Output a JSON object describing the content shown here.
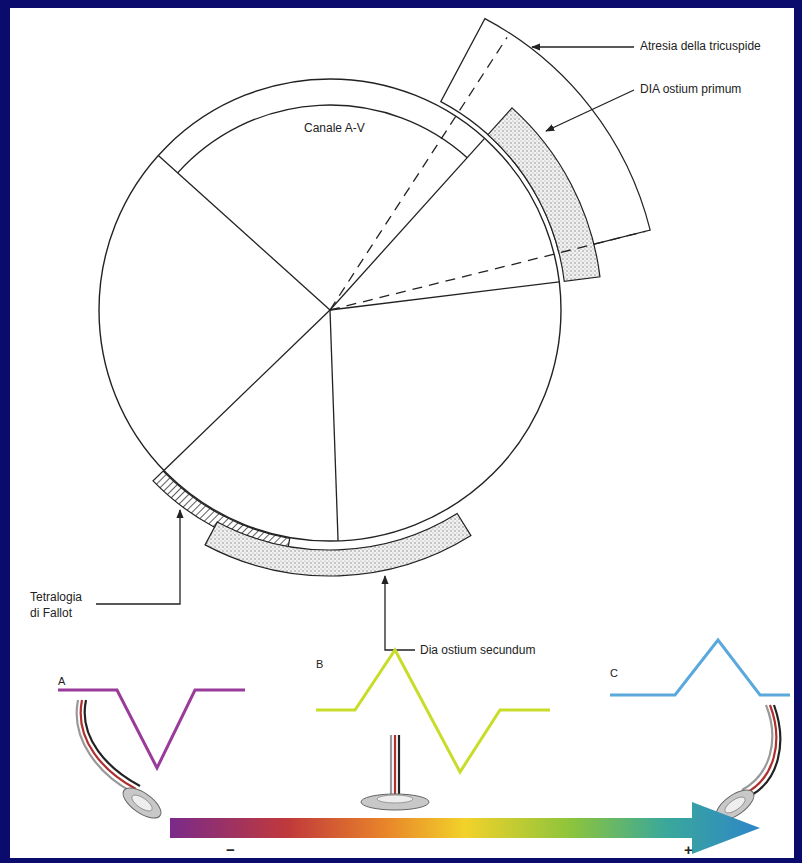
{
  "diagram": {
    "nodes": [
      {
        "text": [
          "Canale A-V"
        ]
      }
    ],
    "labels": [
      "Atresia della tricuspide",
      "DIA ostium primum",
      "Tetralogia di Fallot",
      "Dia ostium secundum",
      "A",
      "B",
      "C",
      "−",
      "+"
    ]
  }
}
